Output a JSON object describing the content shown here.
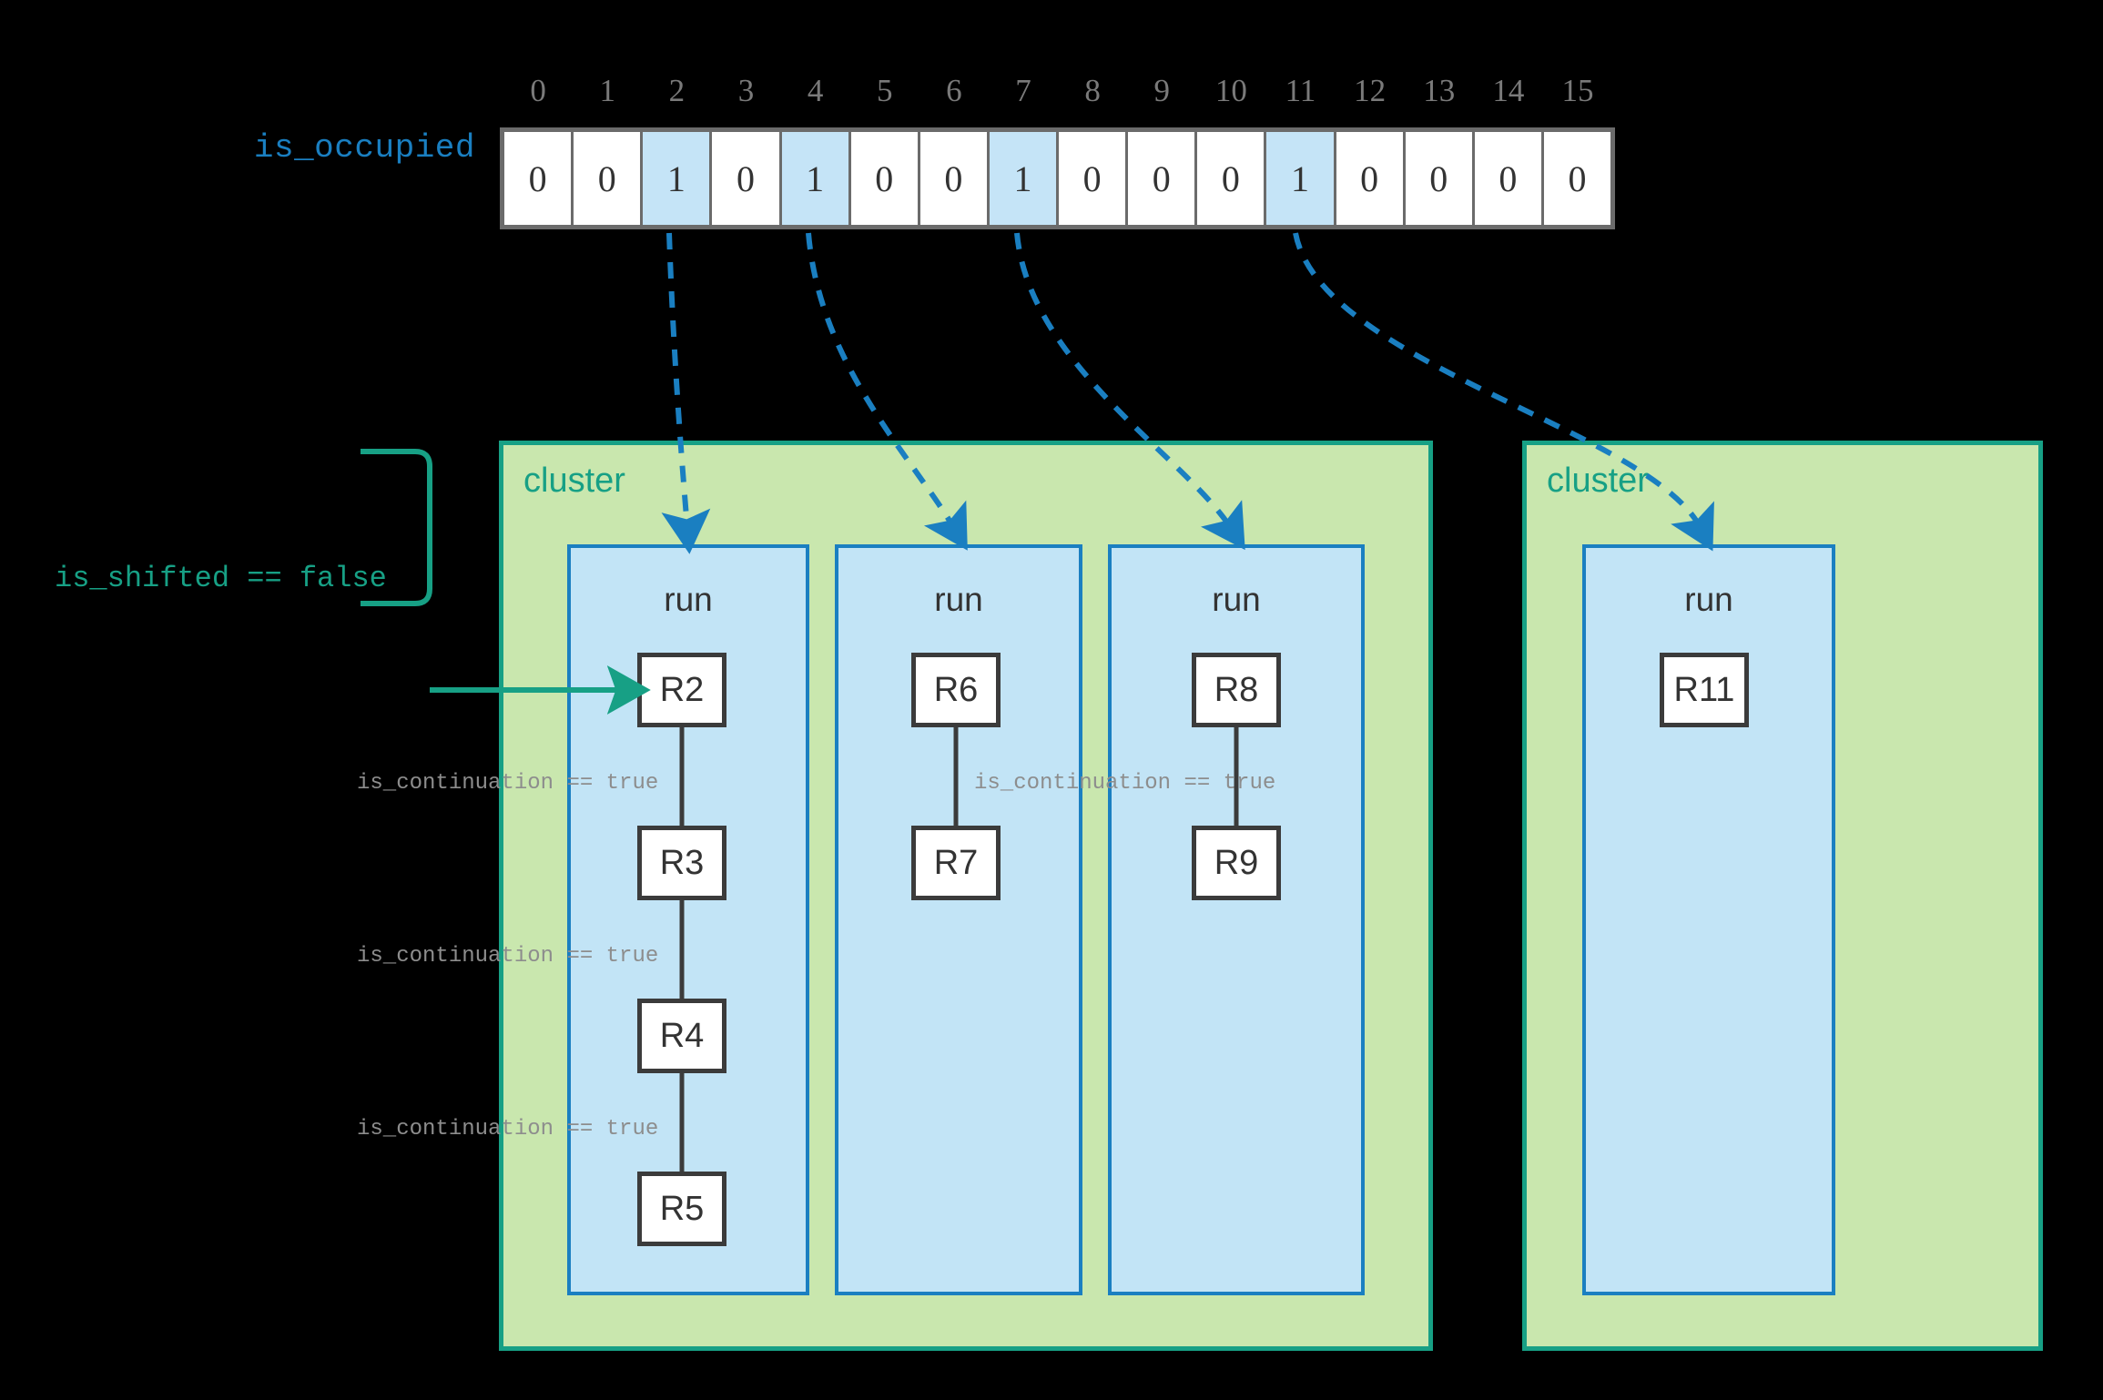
{
  "array": {
    "label": "is_occupied",
    "label_color": "#1a7fc1",
    "indices": [
      "0",
      "1",
      "2",
      "3",
      "4",
      "5",
      "6",
      "7",
      "8",
      "9",
      "10",
      "11",
      "12",
      "13",
      "14",
      "15"
    ],
    "values": [
      "0",
      "0",
      "1",
      "0",
      "1",
      "0",
      "0",
      "1",
      "0",
      "0",
      "0",
      "1",
      "0",
      "0",
      "0",
      "0"
    ],
    "highlighted_indices": [
      2,
      4,
      7,
      11
    ],
    "highlight_color": "#c5e4f7",
    "border_color": "#6b6b6b"
  },
  "annotations": {
    "is_shifted": "is_shifted == false",
    "is_shifted_color": "#17a085",
    "is_continuation": "is_continuation == true",
    "is_continuation_color": "#8d8d8d"
  },
  "clusters": [
    {
      "label": "cluster",
      "fill": "#c9e7ae",
      "stroke": "#17a085",
      "runs": [
        {
          "label": "run",
          "nodes": [
            "R2",
            "R3",
            "R4",
            "R5"
          ]
        },
        {
          "label": "run",
          "nodes": [
            "R6",
            "R7"
          ]
        },
        {
          "label": "run",
          "nodes": [
            "R8",
            "R9"
          ]
        }
      ]
    },
    {
      "label": "cluster",
      "fill": "#c9e7ae",
      "stroke": "#17a085",
      "runs": [
        {
          "label": "run",
          "nodes": [
            "R11"
          ]
        }
      ]
    }
  ],
  "continuation_labels": [
    "is_continuation == true",
    "is_continuation == true",
    "is_continuation == true",
    "is_continuation == true"
  ],
  "colors": {
    "background": "#000000",
    "run_fill": "#c2e4f6",
    "run_stroke": "#1a7fc1",
    "node_fill": "#ffffff",
    "node_stroke": "#3b3b3b",
    "arrow_blue": "#1a7fc1",
    "arrow_green": "#17a085"
  }
}
